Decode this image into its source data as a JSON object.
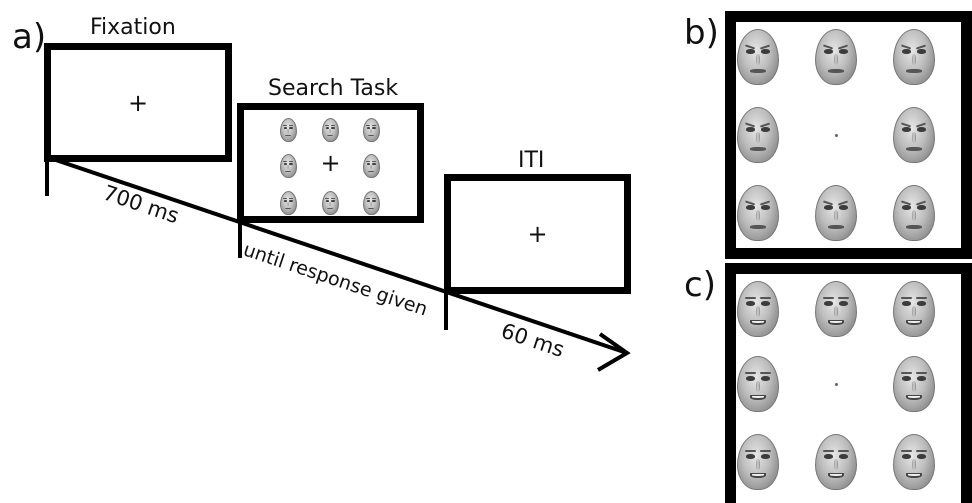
{
  "panel_labels": {
    "a": "a)",
    "b": "b)",
    "c": "c)"
  },
  "stages": {
    "fixation": {
      "title": "Fixation",
      "cross": "+"
    },
    "search": {
      "title": "Search Task",
      "cross": "+"
    },
    "iti": {
      "title": "ITI",
      "cross": "+"
    }
  },
  "durations": {
    "fixation": "700 ms",
    "search": "until response given",
    "iti": "60 ms"
  },
  "search_grid": {
    "rows": 3,
    "cols": 3,
    "center": "fixation-cross"
  },
  "example_b": {
    "expression": "angry",
    "rows": 3,
    "cols": 3,
    "center": "dot"
  },
  "example_c": {
    "expression": "happy",
    "rows": 3,
    "cols": 3,
    "center": "dot"
  }
}
